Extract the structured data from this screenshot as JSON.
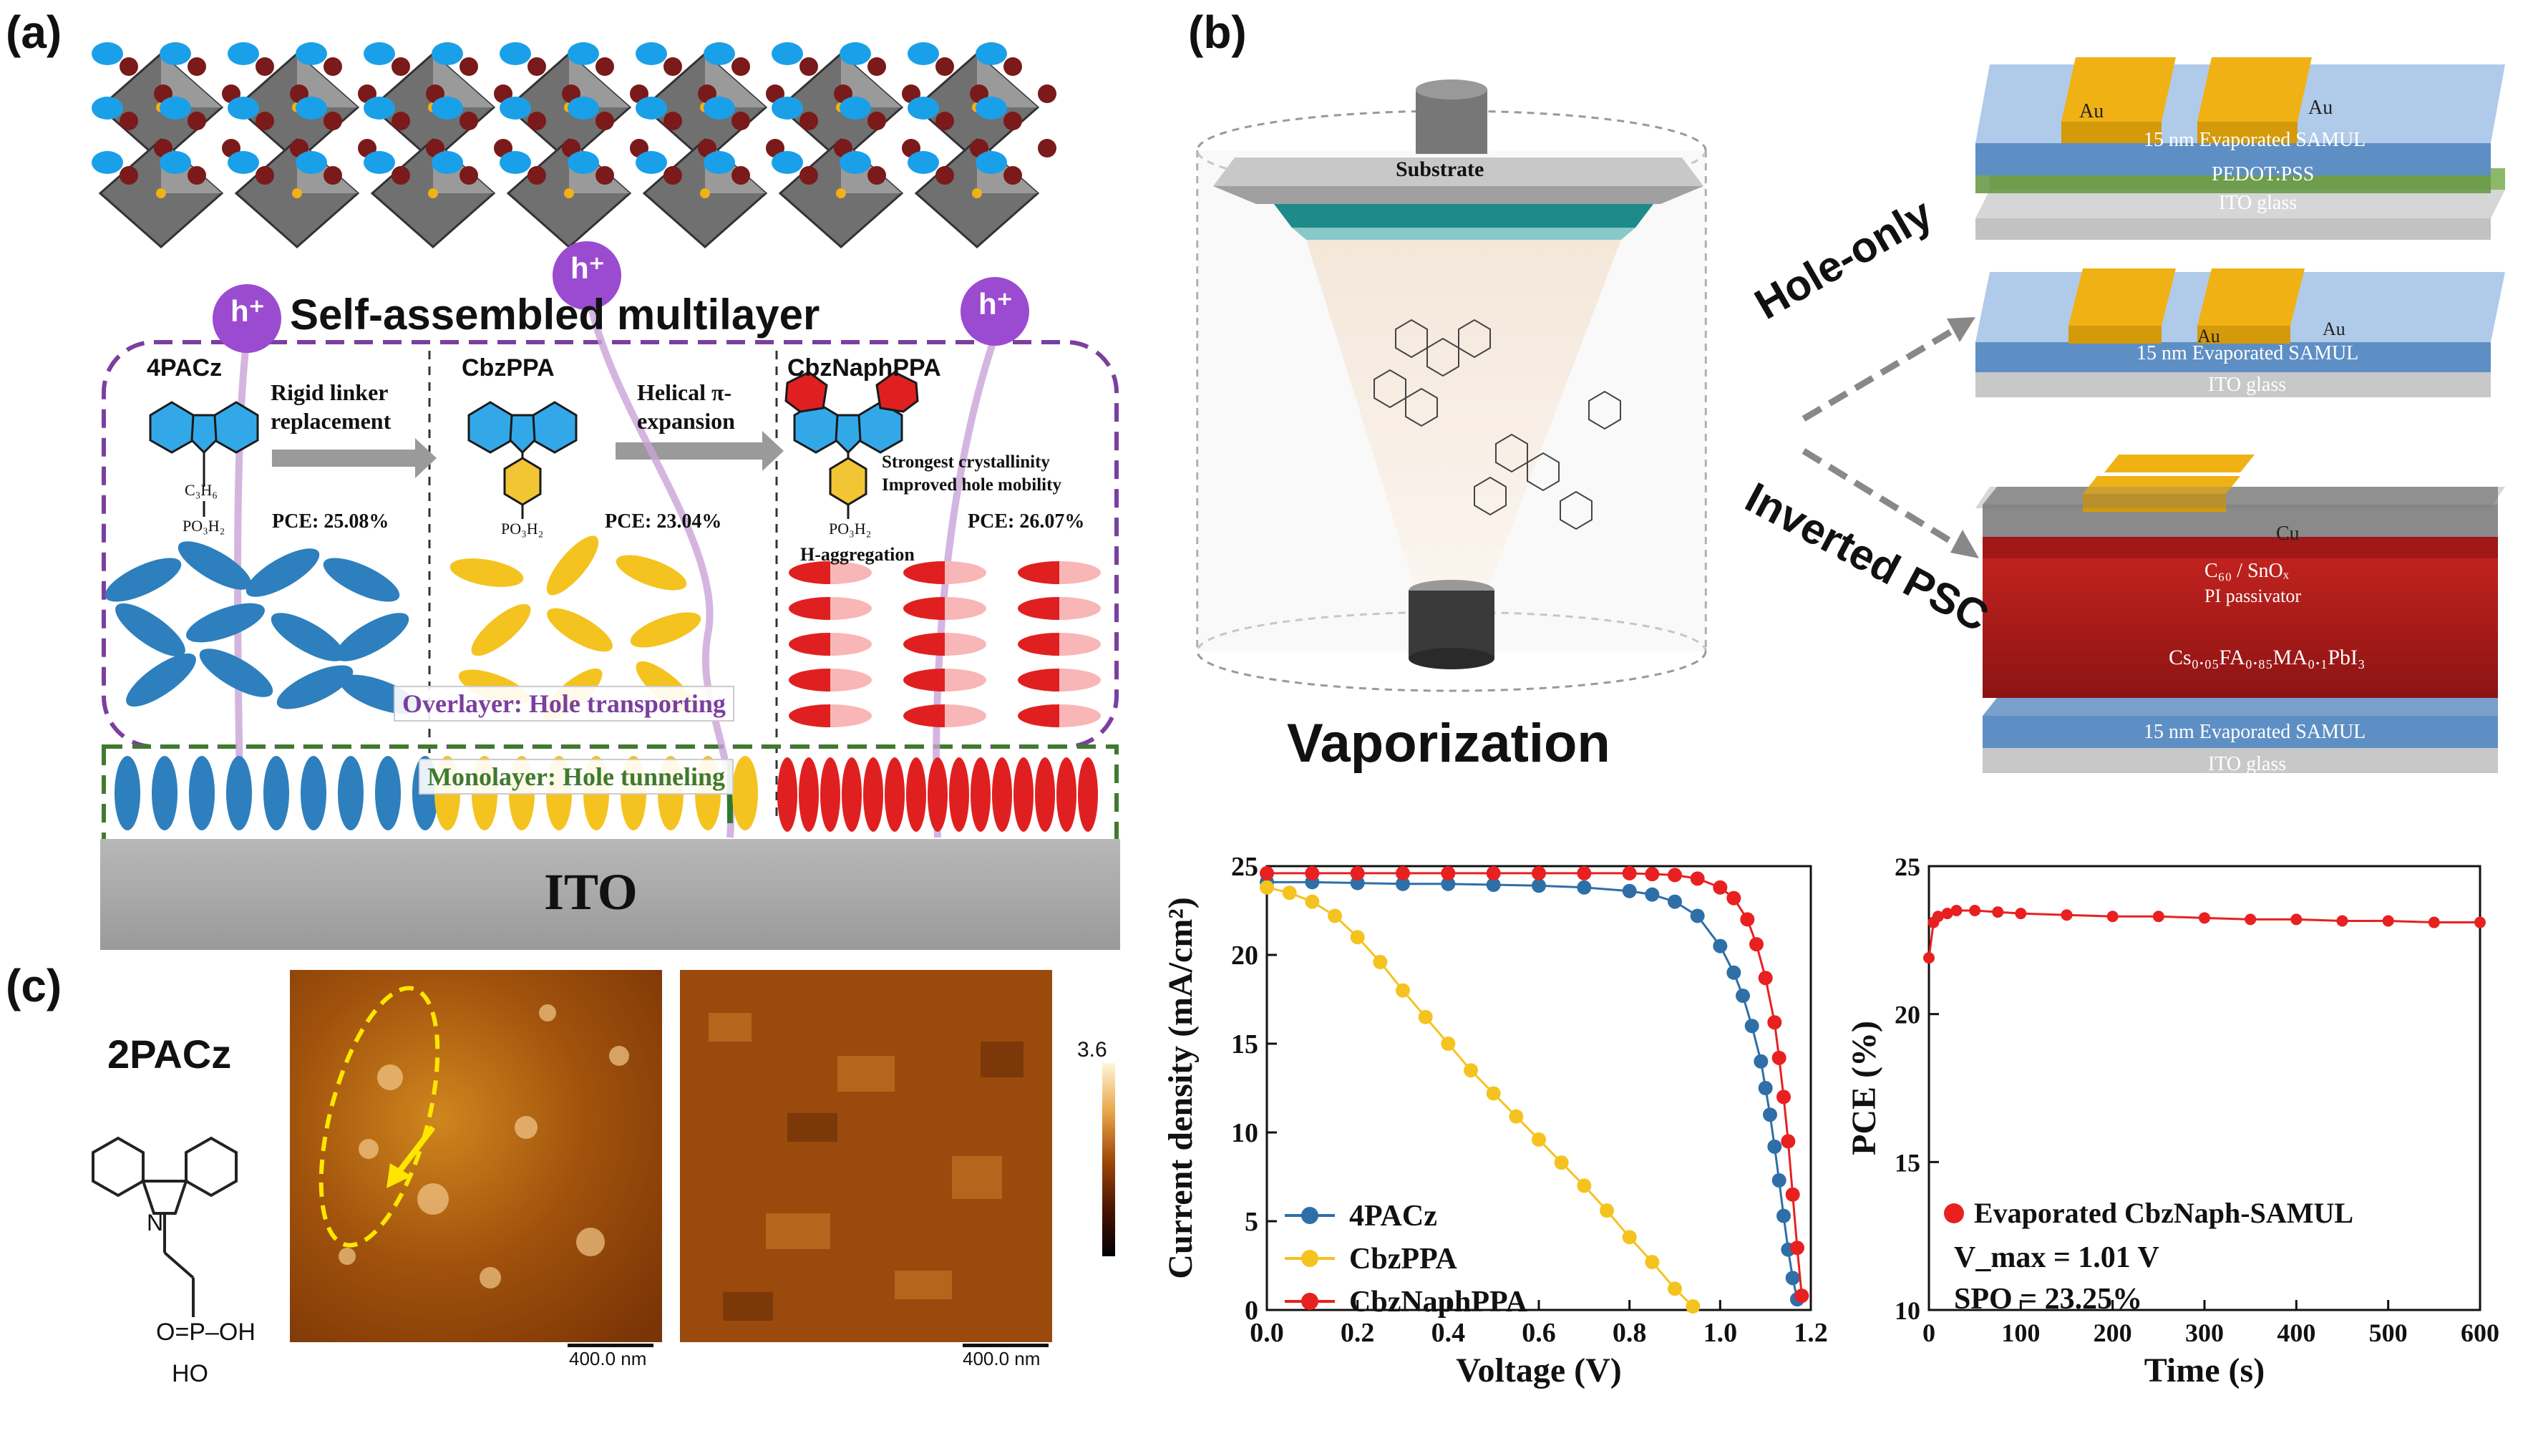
{
  "panel_labels": {
    "a": "(a)",
    "b": "(b)",
    "c": "(c)"
  },
  "panel_a": {
    "carrier": "h⁺",
    "title": "Self-assembled multilayer",
    "molecules": [
      {
        "name": "4PACz",
        "pce": "PCE: 25.08%",
        "sub": "C₃H₆",
        "acid": "PO₃H₂"
      },
      {
        "name": "CbzPPA",
        "pce": "PCE: 23.04%",
        "acid": "PO₃H₂"
      },
      {
        "name": "CbzNaphPPA",
        "pce": "PCE: 26.07%",
        "acid": "PO₃H₂"
      }
    ],
    "arrow1": [
      "Rigid linker",
      "replacement"
    ],
    "arrow2": [
      "Helical π-",
      "expansion"
    ],
    "notes": [
      "Strongest crystallinity",
      "Improved hole mobility"
    ],
    "haggregation": "H-aggregation",
    "overlayer": "Overlayer: Hole transporting",
    "monolayer": "Monolayer: Hole tunneling",
    "substrate": "ITO"
  },
  "panel_b": {
    "substrate": "Substrate",
    "vaporization": "Vaporization",
    "hole_only": "Hole-only",
    "inverted": "Inverted PSC",
    "device1": [
      "Au",
      "Au",
      "15 nm Evaporated SAMUL",
      "PEDOT:PSS",
      "ITO glass"
    ],
    "device2": [
      "Au",
      "Au",
      "15 nm Evaporated SAMUL",
      "ITO glass"
    ],
    "device3": [
      "Cu",
      "C₆₀ / SnOₓ",
      "PI passivator",
      "Cs₀.₀₅FA₀.₈₅MA₀.₁PbI₃",
      "15 nm Evaporated SAMUL",
      "ITO glass"
    ]
  },
  "panel_c": {
    "molecule": "2PACz",
    "acid": [
      "O=P–OH",
      "HO"
    ],
    "scalebar": "400.0 nm",
    "colorbar_max": "3.6"
  },
  "chart_data": [
    {
      "type": "scatter",
      "xlabel": "Voltage (V)",
      "ylabel": "Current density (mA/cm²)",
      "xlim": [
        0.0,
        1.2
      ],
      "ylim": [
        0,
        25
      ],
      "xticks": [
        "0.0",
        "0.2",
        "0.4",
        "0.6",
        "0.8",
        "1.0",
        "1.2"
      ],
      "yticks": [
        "0",
        "5",
        "10",
        "15",
        "20",
        "25"
      ],
      "legend_position": "bottom-left",
      "series": [
        {
          "name": "4PACz",
          "color": "#2e6fa7",
          "x": [
            0.0,
            0.1,
            0.2,
            0.3,
            0.4,
            0.5,
            0.6,
            0.7,
            0.8,
            0.85,
            0.9,
            0.95,
            1.0,
            1.03,
            1.05,
            1.07,
            1.09,
            1.1,
            1.11,
            1.12,
            1.13,
            1.14,
            1.15,
            1.16,
            1.17
          ],
          "y": [
            24.1,
            24.1,
            24.05,
            24.0,
            24.0,
            23.95,
            23.9,
            23.8,
            23.6,
            23.4,
            23.0,
            22.2,
            20.5,
            19.0,
            17.7,
            16.0,
            14.0,
            12.5,
            11.0,
            9.2,
            7.3,
            5.3,
            3.4,
            1.8,
            0.6
          ]
        },
        {
          "name": "CbzPPA",
          "color": "#f5c31f",
          "x": [
            0.0,
            0.05,
            0.1,
            0.15,
            0.2,
            0.25,
            0.3,
            0.35,
            0.4,
            0.45,
            0.5,
            0.55,
            0.6,
            0.65,
            0.7,
            0.75,
            0.8,
            0.85,
            0.9,
            0.94
          ],
          "y": [
            23.8,
            23.5,
            23.0,
            22.2,
            21.0,
            19.6,
            18.0,
            16.5,
            15.0,
            13.5,
            12.2,
            10.9,
            9.6,
            8.3,
            7.0,
            5.6,
            4.1,
            2.7,
            1.2,
            0.2
          ]
        },
        {
          "name": "CbzNaphPPA",
          "color": "#e82020",
          "x": [
            0.0,
            0.1,
            0.2,
            0.3,
            0.4,
            0.5,
            0.6,
            0.7,
            0.8,
            0.85,
            0.9,
            0.95,
            1.0,
            1.03,
            1.06,
            1.08,
            1.1,
            1.12,
            1.13,
            1.14,
            1.15,
            1.16,
            1.17,
            1.18
          ],
          "y": [
            24.6,
            24.6,
            24.6,
            24.6,
            24.6,
            24.6,
            24.6,
            24.6,
            24.6,
            24.55,
            24.5,
            24.3,
            23.8,
            23.2,
            22.0,
            20.6,
            18.7,
            16.2,
            14.2,
            12.0,
            9.5,
            6.5,
            3.5,
            0.8
          ]
        }
      ]
    },
    {
      "type": "scatter",
      "xlabel": "Time (s)",
      "ylabel": "PCE (%)",
      "xlim": [
        0,
        600
      ],
      "ylim": [
        10,
        25
      ],
      "xticks": [
        "0",
        "100",
        "200",
        "300",
        "400",
        "500",
        "600"
      ],
      "yticks": [
        "10",
        "15",
        "20",
        "25"
      ],
      "legend_position": "bottom-left",
      "series": [
        {
          "name": "Evaporated CbzNaph-SAMUL",
          "color": "#e82020",
          "x": [
            0,
            5,
            10,
            20,
            30,
            50,
            75,
            100,
            150,
            200,
            250,
            300,
            350,
            400,
            450,
            500,
            550,
            600
          ],
          "y": [
            21.9,
            23.1,
            23.3,
            23.4,
            23.5,
            23.5,
            23.45,
            23.4,
            23.35,
            23.3,
            23.3,
            23.25,
            23.2,
            23.2,
            23.15,
            23.15,
            23.1,
            23.1
          ]
        }
      ],
      "annotations": [
        "V_max = 1.01 V",
        "SPO = 23.25%"
      ]
    }
  ]
}
